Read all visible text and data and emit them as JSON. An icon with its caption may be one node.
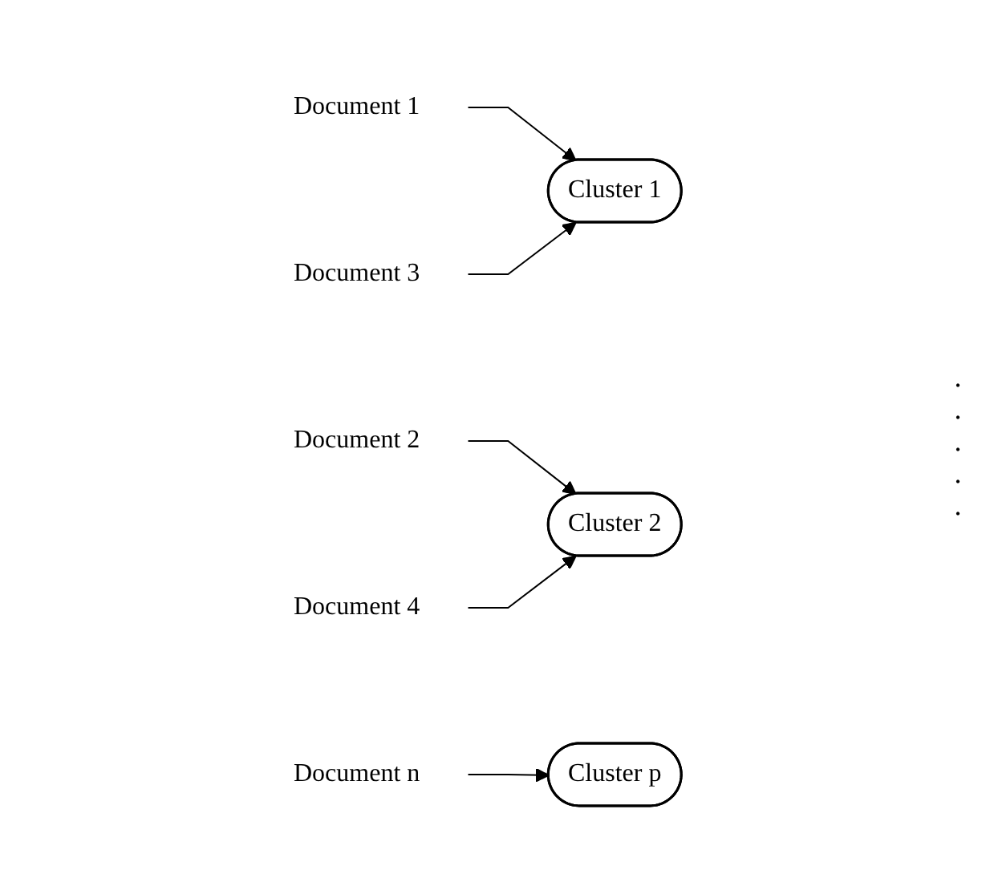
{
  "diagram": {
    "nodes": [
      {
        "text": [
          "Document 1"
        ]
      },
      {
        "text": [
          "Cluster 1"
        ]
      },
      {
        "text": [
          "Document 2"
        ]
      },
      {
        "text": [
          "Document 3"
        ]
      },
      {
        "text": [
          "Cluster 2"
        ]
      },
      {
        "text": [
          "Document 4"
        ]
      },
      {
        "text": [
          "Cluster p"
        ]
      },
      {
        "text": [
          "Document n"
        ]
      }
    ],
    "edges": [
      {
        "from": 0,
        "to": 1,
        "arrow": "to"
      },
      {
        "from": 3,
        "to": 1,
        "arrow": "to"
      },
      {
        "from": 2,
        "to": 4,
        "arrow": "to"
      },
      {
        "from": 5,
        "to": 4,
        "arrow": "to"
      },
      {
        "from": 7,
        "to": 6,
        "arrow": "to"
      }
    ],
    "labels": [
      ".",
      ".",
      ".",
      ".",
      "."
    ]
  }
}
